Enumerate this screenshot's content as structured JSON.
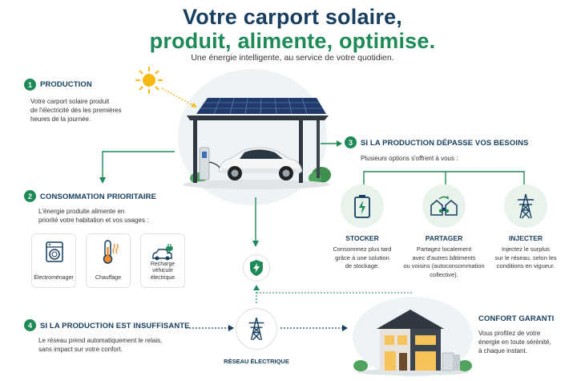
{
  "header": {
    "title_line1": "Votre carport solaire,",
    "title_line2": "produit, alimente, optimise.",
    "subtitle": "Une énergie intelligente, au service de votre quotidien."
  },
  "production": {
    "number": "1",
    "title": "PRODUCTION",
    "text_lines": [
      "Votre carport solaire produit",
      "de l'électricité dès les premières",
      "heures de la journée."
    ]
  },
  "consommation": {
    "number": "2",
    "title": "CONSOMMATION PRIORITAIRE",
    "text_lines": [
      "L'énergie produite alimente en",
      "priorité votre habitation et vos usages :"
    ],
    "cards": [
      {
        "label_lines": [
          "Électroménager"
        ],
        "icon": "washing-machine-icon"
      },
      {
        "label_lines": [
          "Chauffage"
        ],
        "icon": "thermometer-icon"
      },
      {
        "label_lines": [
          "Recharge véhicule",
          "électrique"
        ],
        "icon": "ev-car-icon"
      }
    ]
  },
  "surplus": {
    "number": "3",
    "title": "SI LA PRODUCTION DÉPASSE VOS BESOINS",
    "intro": "Plusieurs options s'offrent à vous :",
    "options": [
      {
        "title": "STOCKER",
        "icon": "battery-icon",
        "text_lines": [
          "Consommez plus tard",
          "grâce à une solution",
          "de stockage."
        ]
      },
      {
        "title": "PARTAGER",
        "icon": "community-icon",
        "text_lines": [
          "Partagez localement",
          "avec d'autres bâtiments",
          "ou voisins (autoconsommation",
          "collective)."
        ]
      },
      {
        "title": "INJECTER",
        "icon": "pylon-icon",
        "text_lines": [
          "Injectez le surplus",
          "sur le réseau, selon les",
          "conditions en vigueur."
        ]
      }
    ]
  },
  "insuffisante": {
    "number": "4",
    "title": "SI LA PRODUCTION EST INSUFFISANTE",
    "text_lines": [
      "Le réseau prend automatiquement le relais,",
      "sans impact sur votre confort."
    ]
  },
  "reseau": {
    "label": "RÉSEAU ÉLECTRIQUE"
  },
  "confort": {
    "title": "CONFORT GARANTI",
    "text_lines": [
      "Vous profitez de votre",
      "énergie en toute sérénité,",
      "à chaque instant."
    ]
  },
  "colors": {
    "navy": "#173e5f",
    "green": "#1e8a57",
    "light_green": "#e8f3ec",
    "sun": "#f6b914"
  }
}
